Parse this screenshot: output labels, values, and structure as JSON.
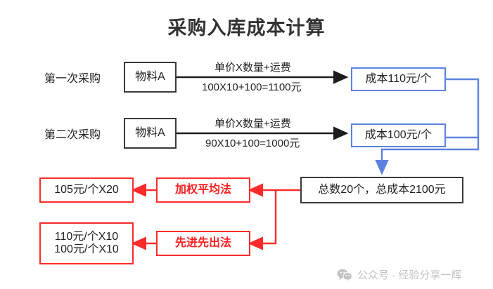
{
  "title": "采购入库成本计算",
  "colors": {
    "dark": "#3a3a3a",
    "blue": "#5b82e0",
    "red": "#ff2b2b",
    "red_text": "#ff2020",
    "title": "#333333",
    "watermark": "#c3c3c3"
  },
  "rows": [
    {
      "stage_label": "第一次采购",
      "material": "物料A",
      "formula_top": "单价X数量+运费",
      "formula_bottom": "100X10+100=1100元",
      "cost": "成本110元/个"
    },
    {
      "stage_label": "第二次采购",
      "material": "物料A",
      "formula_top": "单价X数量+运费",
      "formula_bottom": "90X10+100=1000元",
      "cost": "成本100元/个"
    }
  ],
  "total": "总数20个，总成本2100元",
  "methods": [
    {
      "name": "加权平均法",
      "result_line1": "105元/个X20",
      "result_line2": ""
    },
    {
      "name": "先进先出法",
      "result_line1": "110元/个X10",
      "result_line2": "100元/个X10"
    }
  ],
  "watermark": {
    "icon": "wechat-icon",
    "text": "公众号 · 经验分享一辉"
  }
}
